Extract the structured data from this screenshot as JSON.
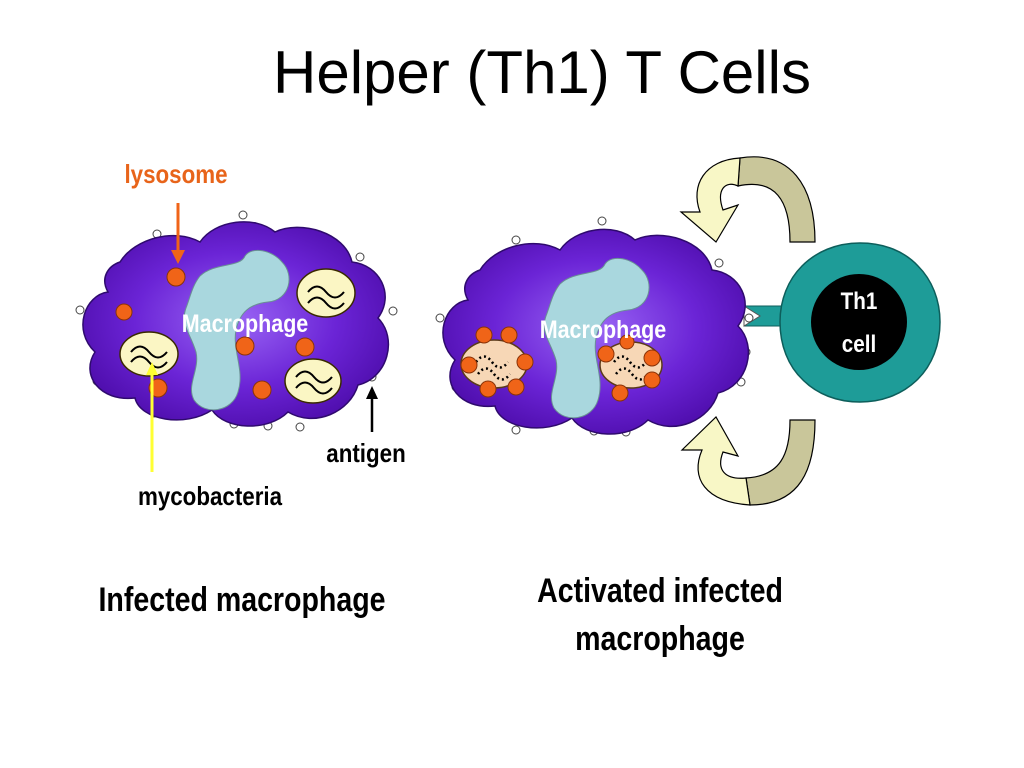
{
  "title": "Helper (Th1) T Cells",
  "labels": {
    "lysosome": "lysosome",
    "macrophage_left": "Macrophage",
    "macrophage_right": "Macrophage",
    "antigen": "antigen",
    "mycobacteria": "mycobacteria",
    "th1_line1": "Th1",
    "th1_line2": "cell",
    "caption_left": "Infected macrophage",
    "caption_right_line1": "Activated infected",
    "caption_right_line2": "macrophage"
  },
  "colors": {
    "macrophage_body": "#5a12c4",
    "macrophage_center": "#8a4ff0",
    "nucleus": "#a9d7de",
    "lysosome": "#f06418",
    "bacteria_vesicle": "#fbf6c4",
    "activated_vesicle": "#f7d7b6",
    "th1_ring": "#1e9c98",
    "th1_core": "#000000",
    "arrow_fill": "#f8f7c6",
    "arrow_side": "#c9c69a",
    "lysosome_label": "#e8641a",
    "mycobacteria_pointer": "#ffff33"
  }
}
